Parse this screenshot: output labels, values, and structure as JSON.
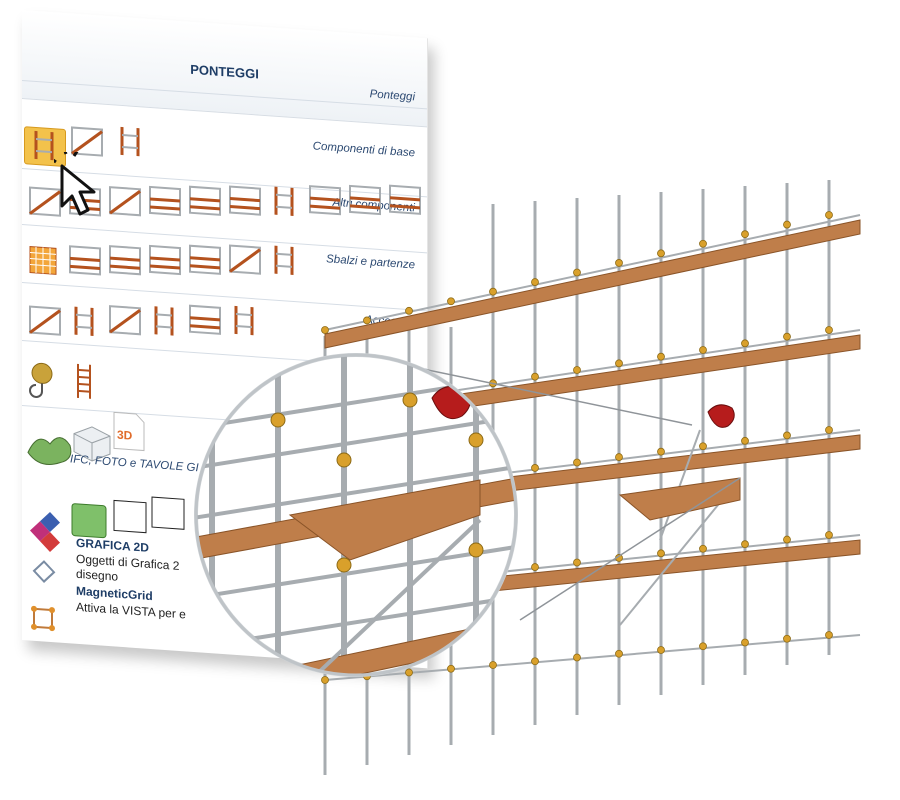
{
  "panel": {
    "title": "PONTEGGI",
    "sections": {
      "ponteggi": "Ponteggi",
      "base": "Componenti di base",
      "altri": "Altri componenti",
      "sbalzi": "Sbalzi e partenze",
      "accessori": "Accessori",
      "ifc": "IFC, FOTO e TAVOLE GI"
    },
    "grafica2d": {
      "title": "GRAFICA 2D",
      "desc1": "Oggetti di Grafica 2",
      "desc2": "disegno"
    },
    "magnetic": {
      "title": "MagneticGrid",
      "desc": "Attiva la VISTA per e"
    },
    "badge_3d": "3D"
  },
  "icons": {
    "selected_tool": "scaffold-base-tool-icon",
    "cursor": "arrow-cursor-icon"
  },
  "colors": {
    "accent": "#f3c24b",
    "frame": "#b4521e",
    "plank": "#bf7e4a",
    "tube": "#a7acb0",
    "clamp": "#d9a02b",
    "hoist": "#b61c1c",
    "title": "#1e3d66"
  }
}
